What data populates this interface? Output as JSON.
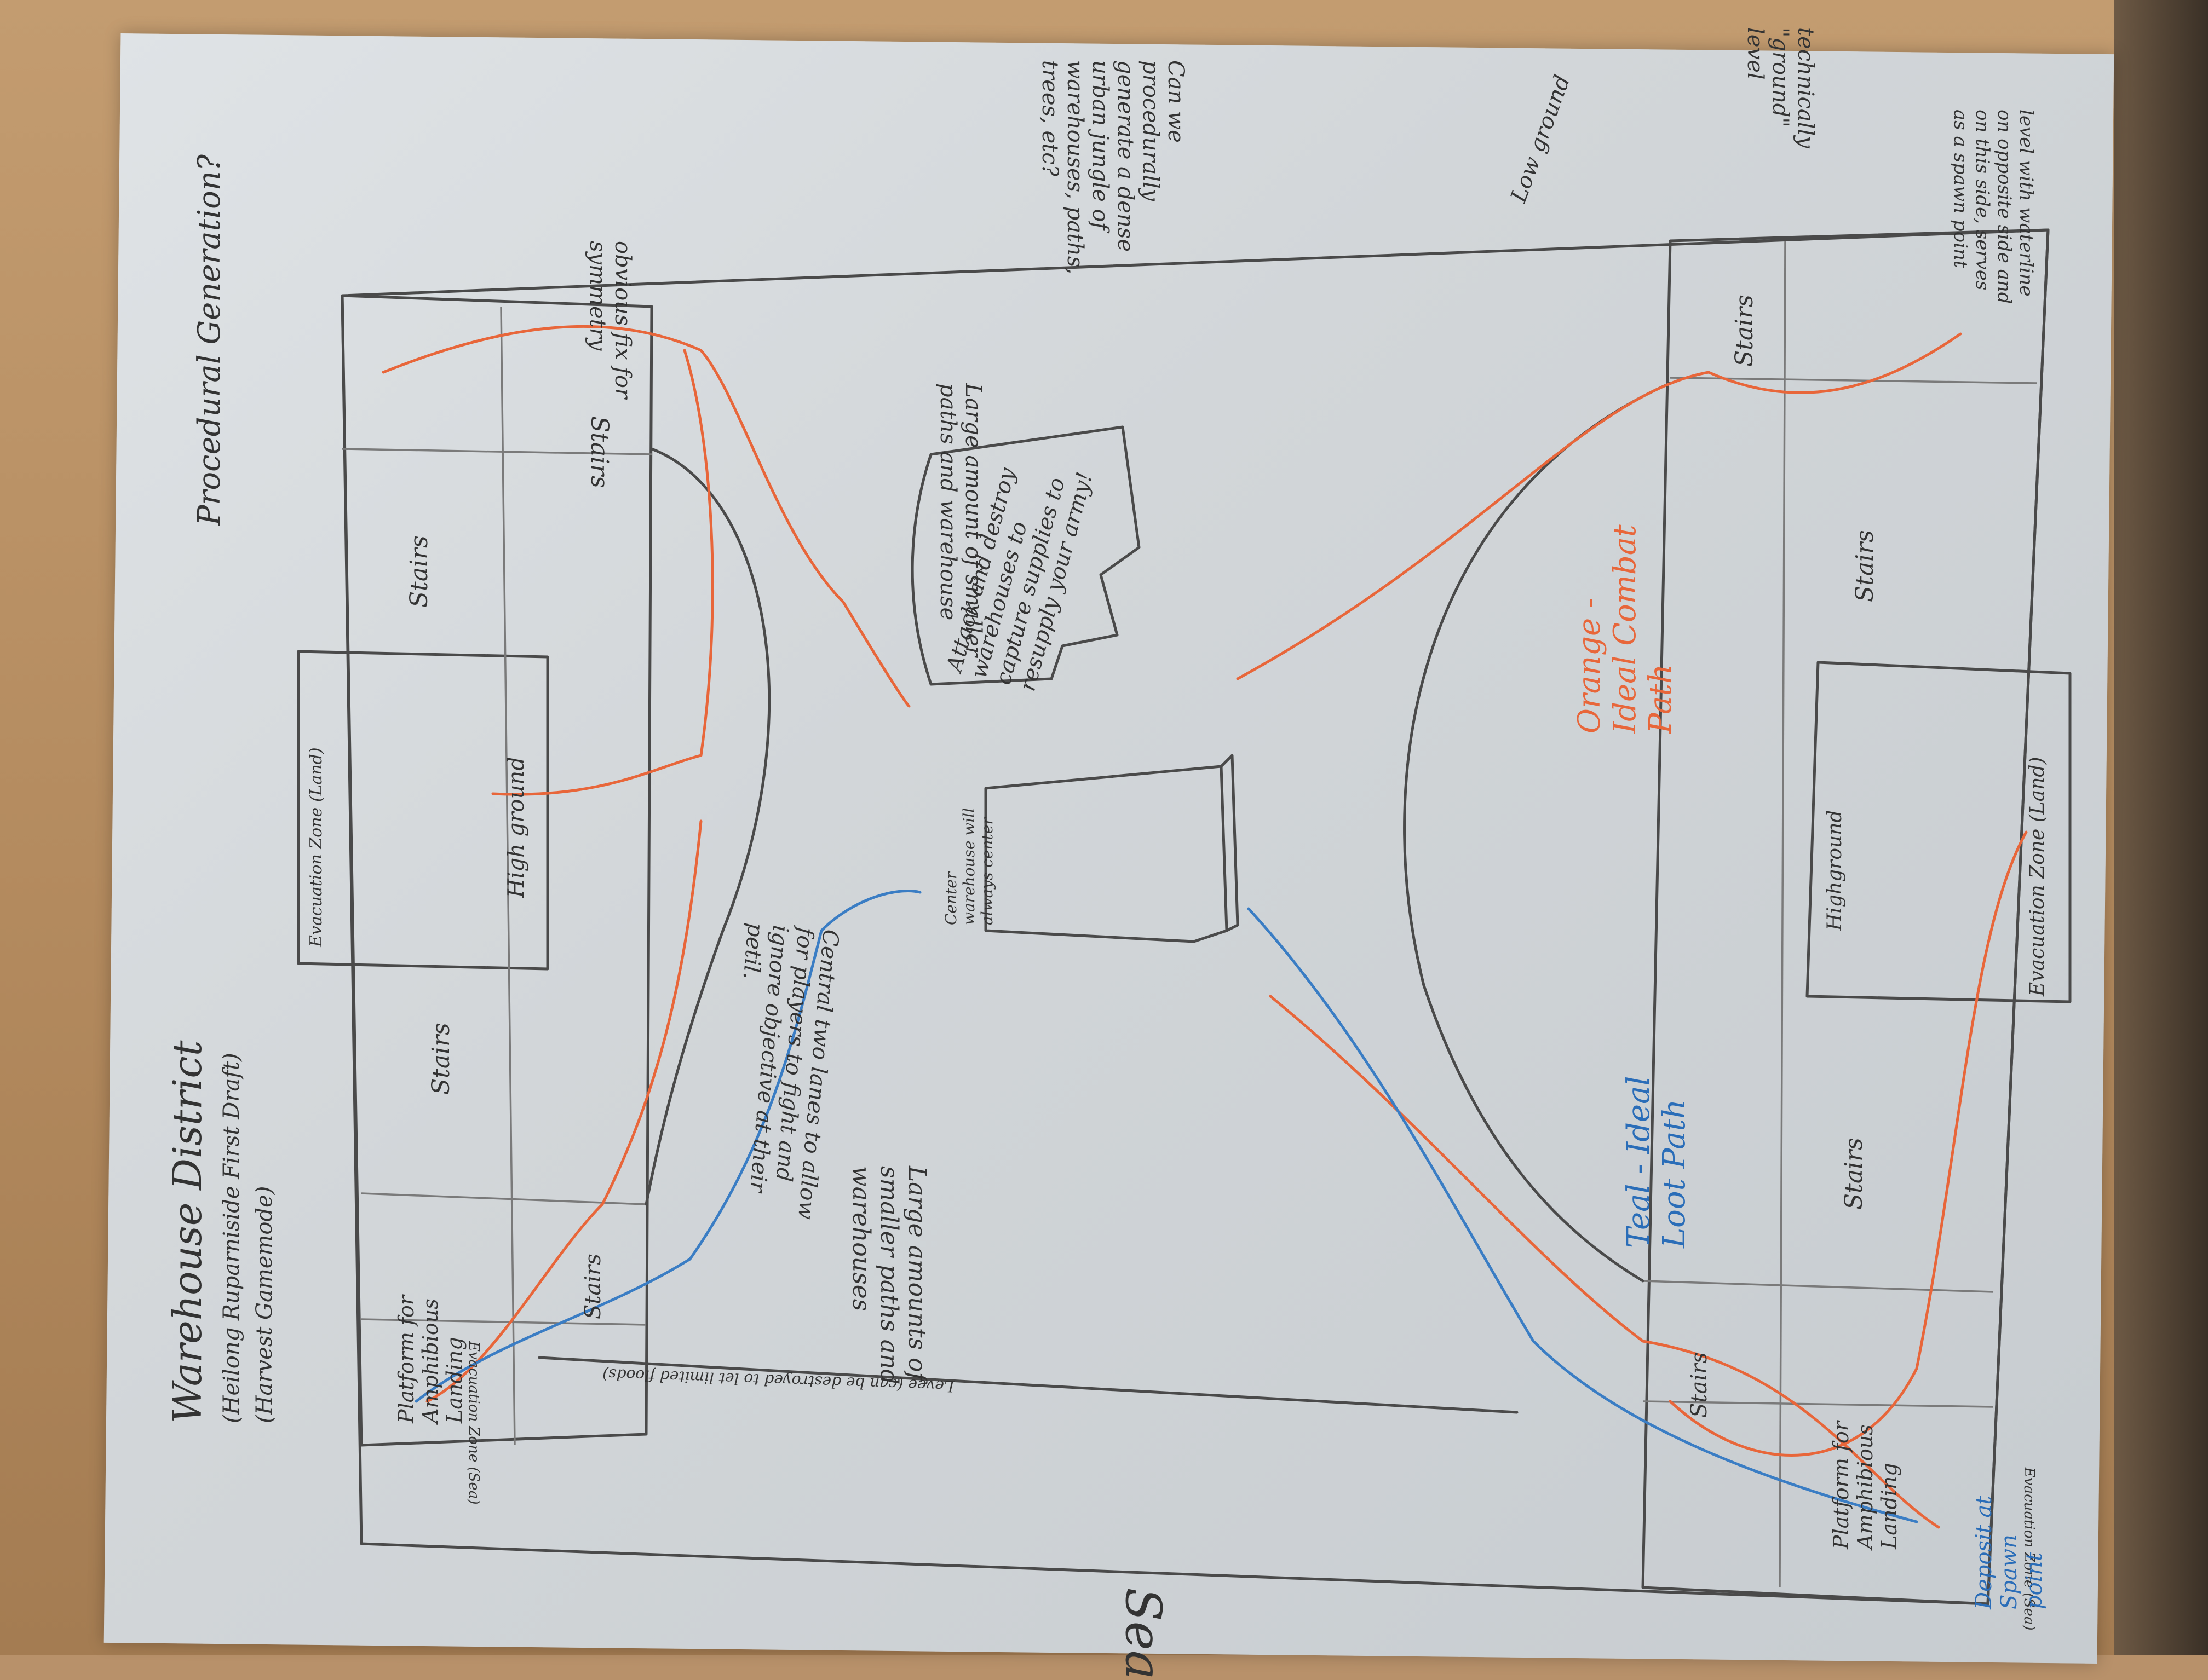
{
  "title_block": {
    "title": "Warehouse District",
    "subtitle": "(Heilong Ruparniside First Draft)",
    "gamemode": "(Harvest Gamemode)"
  },
  "top_notes": {
    "procedural": "Procedural Generation?"
  },
  "left_structure": {
    "platform_landing": "Platform for Amphibious Landing",
    "evac_sea": "Evacuation Zone (Sea)",
    "stairs_bottom": "Stairs",
    "stairs_lower": "Stairs",
    "high_ground": "High ground",
    "evac_land": "Evacuation Zone (Land)",
    "stairs_upper": "Stairs",
    "stairs_top": "Stairs"
  },
  "right_structure": {
    "platform_landing": "Platform for Amphibious Landing",
    "evac_sea": "Evacuation Zone (Sea)",
    "deposit": "Deposit at Spawn point",
    "stairs_bottom": "Stairs",
    "stairs_lower": "Stairs",
    "high_ground": "Highground",
    "evac_land": "Evacuation Zone (Land)",
    "stairs_upper": "Stairs",
    "stairs_top": "Stairs"
  },
  "annotations": {
    "sea": "Sea",
    "levee": "Levee (can be destroyed to let limited floods)",
    "obvious_fix": "obvious fix for symmetry",
    "procedural_q": "Can we procedurally generate a dense urban jungle of warehouses, paths, trees, etc?",
    "low_ground": "Low ground",
    "technically": "technically \"ground\" level",
    "level_waterline": "level with waterline on opposite side and on this side, serves as a spawn point",
    "large_amount_top": "Large amount of smaller paths and warehouse",
    "large_amounts_bottom": "Large amounts of smaller paths and warehouses",
    "attack_box": "Attack and destroy warehouses to capture supplies to resupply your army!",
    "center_warehouse": "Center warehouse will always center",
    "central_lanes": "Central two lanes to allow for players to fight and ignore objective at their petil.",
    "orange_path": "Orange - Ideal Combat Path",
    "teal_path": "Teal - Ideal Loot Path"
  },
  "colors": {
    "orange": "#e8663a",
    "teal": "#3a7dc4",
    "pencil": "#4a4a4a",
    "paper": "#d6dadd",
    "table": "#b8916a"
  }
}
